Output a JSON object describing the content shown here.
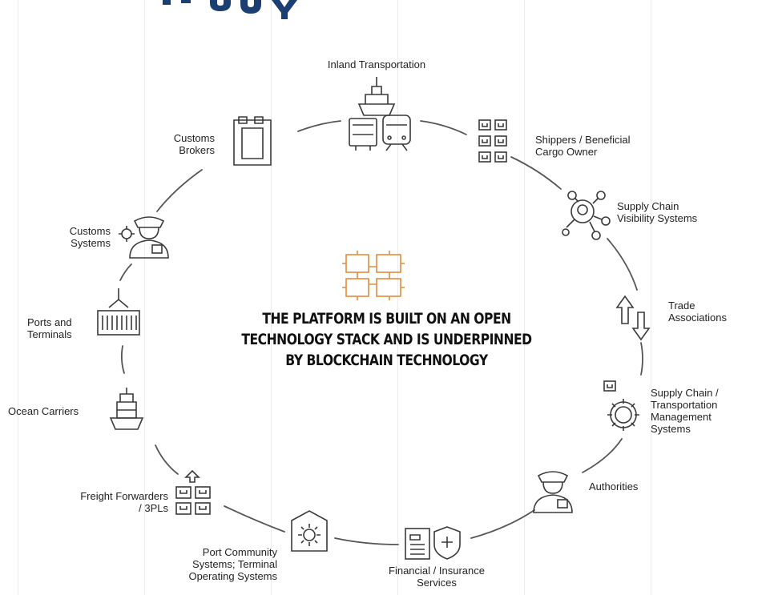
{
  "headline": {
    "line1": "THE PLATFORM IS BUILT ON AN OPEN",
    "line2": "TECHNOLOGY STACK AND IS UNDERPINNED",
    "line3": "BY BLOCKCHAIN TECHNOLOGY"
  },
  "nodes": {
    "inland": {
      "line1": "Inland Transportation",
      "icon": "ship-truck-train-icon"
    },
    "shippers": {
      "line1": "Shippers / Beneficial",
      "line2": "Cargo Owner",
      "icon": "boxes-icon"
    },
    "scvis": {
      "line1": "Supply Chain",
      "line2": "Visibility Systems",
      "icon": "network-search-icon"
    },
    "trade": {
      "line1": "Trade",
      "line2": "Associations",
      "icon": "exchange-arrows-icon"
    },
    "sctms": {
      "line1": "Supply Chain /",
      "line2": "Transportation",
      "line3": "Management",
      "line4": "Systems",
      "icon": "gear-icon"
    },
    "authorities": {
      "line1": "Authorities",
      "icon": "officer-icon"
    },
    "financial": {
      "line1": "Financial / Insurance",
      "line2": "Services",
      "icon": "document-shield-icon"
    },
    "pcs": {
      "line1": "Port Community",
      "line2": "Systems; Terminal",
      "line3": "Operating Systems",
      "icon": "gear-shield-icon"
    },
    "forwarders": {
      "line1": "Freight Forwarders",
      "line2": "/ 3PLs",
      "icon": "boxes-arrow-icon"
    },
    "ocean": {
      "line1": "Ocean Carriers",
      "icon": "cargo-ship-icon"
    },
    "ports": {
      "line1": "Ports and",
      "line2": "Terminals",
      "icon": "container-crane-icon"
    },
    "customs_sys": {
      "line1": "Customs",
      "line2": "Systems",
      "icon": "officer-gear-icon"
    },
    "brokers": {
      "line1": "Customs",
      "line2": "Brokers",
      "icon": "document-icon"
    }
  },
  "colors": {
    "line": "#555555",
    "icon": "#3a3a3a",
    "accent": "#e58a3a",
    "brand": "#1b3f73"
  }
}
